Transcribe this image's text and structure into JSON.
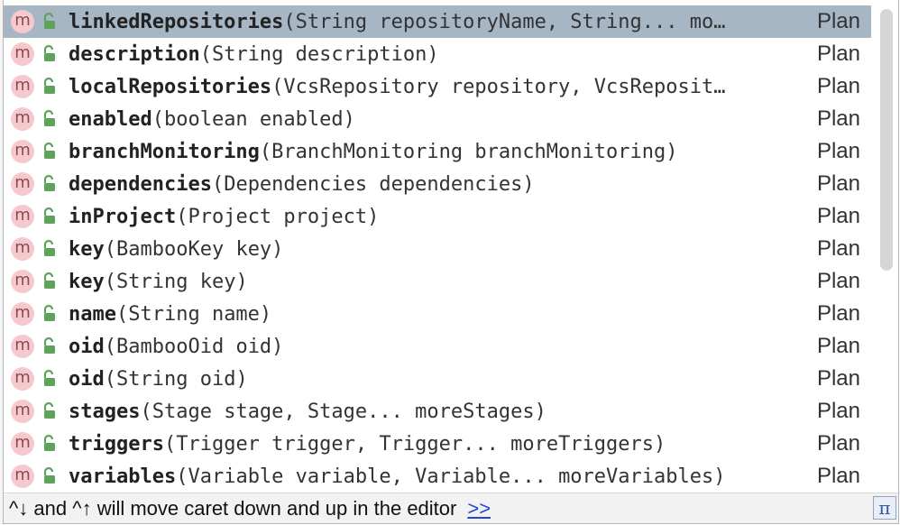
{
  "completion": {
    "items": [
      {
        "icon": "m",
        "name": "linkedRepositories",
        "params": "(String repositoryName, String... mo…",
        "type": "Plan",
        "selected": true
      },
      {
        "icon": "m",
        "name": "description",
        "params": "(String description)",
        "type": "Plan"
      },
      {
        "icon": "m",
        "name": "localRepositories",
        "params": "(VcsRepository repository, VcsReposit…",
        "type": "Plan"
      },
      {
        "icon": "m",
        "name": "enabled",
        "params": "(boolean enabled)",
        "type": "Plan"
      },
      {
        "icon": "m",
        "name": "branchMonitoring",
        "params": "(BranchMonitoring branchMonitoring)",
        "type": "Plan"
      },
      {
        "icon": "m",
        "name": "dependencies",
        "params": "(Dependencies dependencies)",
        "type": "Plan"
      },
      {
        "icon": "m",
        "name": "inProject",
        "params": "(Project project)",
        "type": "Plan"
      },
      {
        "icon": "m",
        "name": "key",
        "params": "(BambooKey key)",
        "type": "Plan"
      },
      {
        "icon": "m",
        "name": "key",
        "params": "(String key)",
        "type": "Plan"
      },
      {
        "icon": "m",
        "name": "name",
        "params": "(String name)",
        "type": "Plan"
      },
      {
        "icon": "m",
        "name": "oid",
        "params": "(BambooOid oid)",
        "type": "Plan"
      },
      {
        "icon": "m",
        "name": "oid",
        "params": "(String oid)",
        "type": "Plan"
      },
      {
        "icon": "m",
        "name": "stages",
        "params": "(Stage stage, Stage... moreStages)",
        "type": "Plan"
      },
      {
        "icon": "m",
        "name": "triggers",
        "params": "(Trigger trigger, Trigger... moreTriggers)",
        "type": "Plan"
      },
      {
        "icon": "m",
        "name": "variables",
        "params": "(Variable variable, Variable... moreVariables)",
        "type": "Plan"
      }
    ]
  },
  "footer": {
    "hint": "^↓ and ^↑ will move caret down and up in the editor",
    "more_link": ">>",
    "pi_label": "π"
  },
  "colors": {
    "selection": "#a6b6c5",
    "method_icon_bg": "#f6c9cf",
    "lock_icon": "#5fa35b",
    "link": "#2445d6"
  },
  "icons": {
    "method": "method-m-icon",
    "visibility": "public-lock-icon",
    "pi": "pi-icon"
  }
}
